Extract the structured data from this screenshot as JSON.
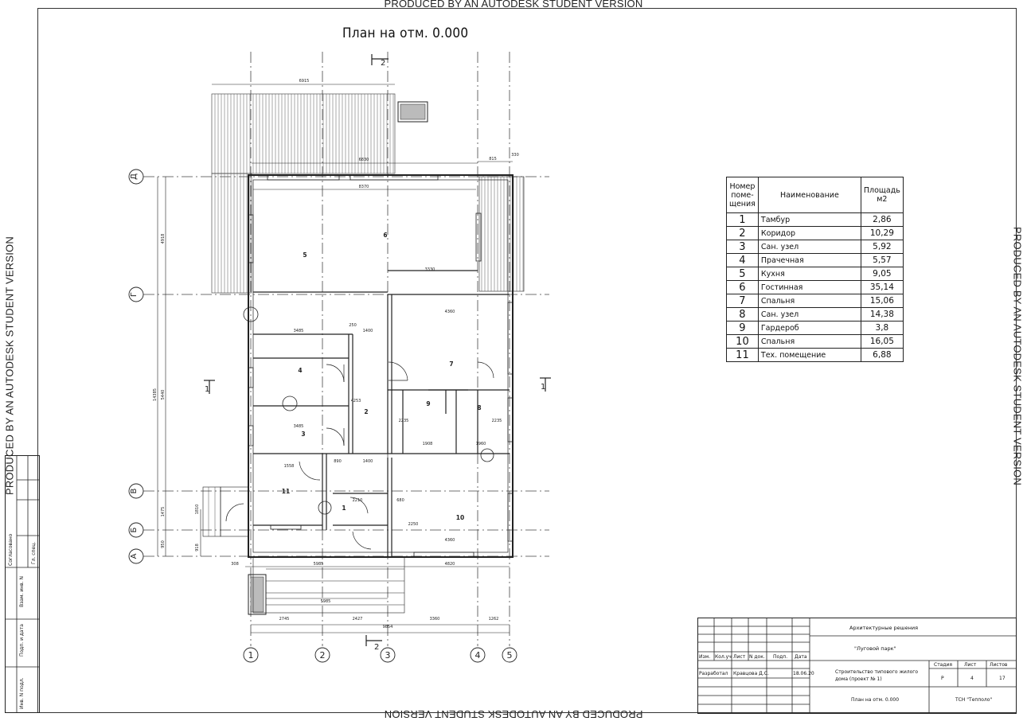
{
  "watermark": "PRODUCED BY AN AUTODESK STUDENT VERSION",
  "plan_title": "План на отм. 0.000",
  "axes": {
    "vertical": [
      "1",
      "2",
      "3",
      "4",
      "5"
    ],
    "horizontal": [
      "Д",
      "Г",
      "В",
      "Б",
      "А"
    ]
  },
  "section_marks": [
    "2",
    "2",
    "1",
    "1"
  ],
  "room_numbers": [
    "1",
    "2",
    "3",
    "4",
    "5",
    "6",
    "7",
    "8",
    "9",
    "10",
    "11"
  ],
  "dimensions": {
    "top_overall": "6915",
    "top_mid": "6830",
    "top_inner": "8370",
    "top_right_a": "815",
    "top_right_b": "330",
    "bottom_a": "2745",
    "bottom_b": "2427",
    "bottom_c": "3360",
    "bottom_d": "1262",
    "bottom_total": "9854",
    "bottom_inner": "5985",
    "bottom_left": "308",
    "bottom_mid": "5985",
    "bottom_right": "4820",
    "left_total": "14385",
    "left_a": "4918",
    "left_b": "5440",
    "left_c": "1475",
    "left_d": "1810",
    "left_e": "950",
    "left_f": "918",
    "room_dims": [
      "3485",
      "3485",
      "1400",
      "250",
      "1558",
      "890",
      "1400",
      "4360",
      "3330",
      "1908",
      "1960",
      "4360",
      "2210",
      "680",
      "2235",
      "2235",
      "4253",
      "2250"
    ]
  },
  "rooms_table": {
    "headers": [
      "Номер поме-щения",
      "Наименование",
      "Площадь м2"
    ],
    "rows": [
      {
        "n": "1",
        "name": "Тамбур",
        "area": "2,86"
      },
      {
        "n": "2",
        "name": "Коридор",
        "area": "10,29"
      },
      {
        "n": "3",
        "name": "Сан. узел",
        "area": "5,92"
      },
      {
        "n": "4",
        "name": "Прачечная",
        "area": "5,57"
      },
      {
        "n": "5",
        "name": "Кухня",
        "area": "9,05"
      },
      {
        "n": "6",
        "name": "Гостинная",
        "area": "35,14"
      },
      {
        "n": "7",
        "name": "Спальня",
        "area": "15,06"
      },
      {
        "n": "8",
        "name": "Сан. узел",
        "area": "14,38"
      },
      {
        "n": "9",
        "name": "Гардероб",
        "area": "3,8"
      },
      {
        "n": "10",
        "name": "Спальня",
        "area": "16,05"
      },
      {
        "n": "11",
        "name": "Тех. помещение",
        "area": "6,88"
      }
    ]
  },
  "stamp": {
    "section": "Архитектурные решения",
    "project": "\"Луговой парк\"",
    "description": "Строительство типового жилого дома (проект № 1)",
    "sheet_title": "План на отм. 0.000",
    "company": "ТСН \"Тепполо\"",
    "col_headers": [
      "Изм.",
      "Кол.уч",
      "Лист",
      "N док.",
      "Подп.",
      "Дата"
    ],
    "developed_label": "Разработал",
    "developer": "Кравцова Д.С.",
    "date": "18.06.20",
    "stage_label": "Стадия",
    "sheet_label": "Лист",
    "sheets_label": "Листов",
    "stage": "Р",
    "sheet": "4",
    "sheets": "17"
  },
  "side_stamp": [
    "Согласовано",
    "Гл. спец.",
    "Взам. инв. N",
    "Подп. и дата",
    "Инв. N подл."
  ]
}
